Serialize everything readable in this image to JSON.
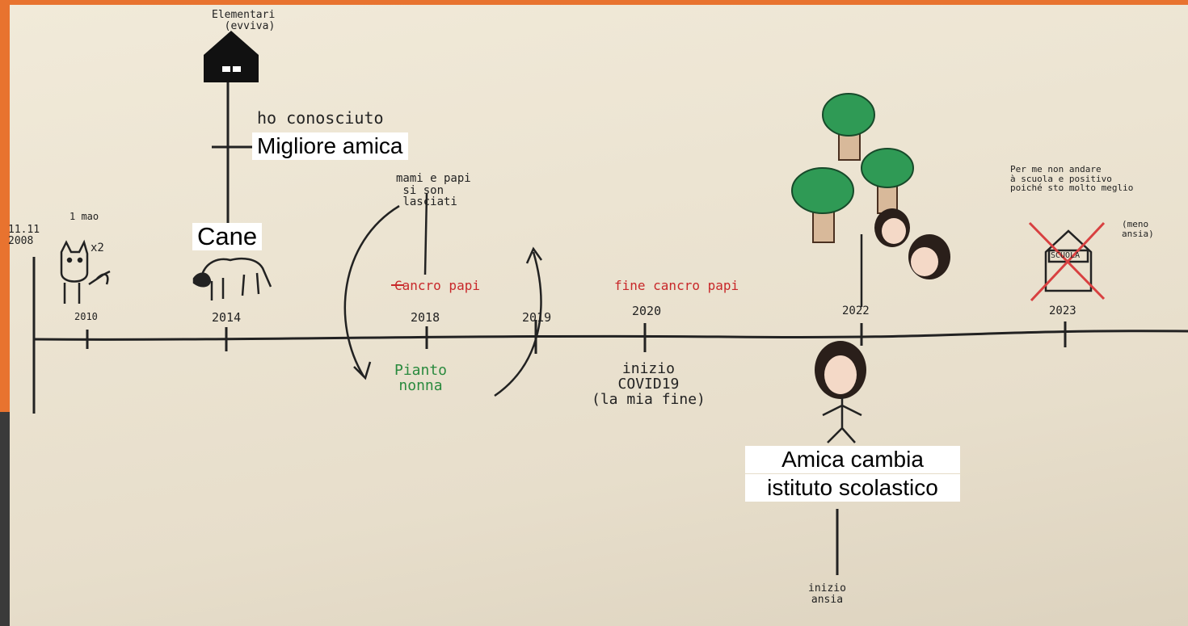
{
  "typed_labels": {
    "best_friend": "Migliore amica",
    "dog": "Cane",
    "friend_line1": "Amica cambia",
    "friend_line2": "istituto scolastico"
  },
  "handwritten": {
    "elementari": "Elementari\n  (evviva)",
    "met_friend": "ho conosciuto",
    "start_date": "11.11\n2008",
    "first_cat": "1 mao",
    "cat_times": "x2",
    "parents": "mami e papi\n si son\n lasciati",
    "cancer": "Cancro papi",
    "grandma": "Pianto\nnonna",
    "cancer_end": "fine cancro papi",
    "covid": "inizio\nCOVID19\n(la mia fine)",
    "anxiety_start": "inizio\nansia",
    "school_note": "Per me non andare\nà scuola e positivo\npoiché sto molto meglio",
    "anxiety_paren": "(meno\nansia)",
    "school_sign": "SCUOLA"
  },
  "years": [
    "2010",
    "2014",
    "2018",
    "2019",
    "2020",
    "2022",
    "2023"
  ],
  "colors": {
    "frame": "#e8732f",
    "ink": "#222222",
    "red_ink": "#c8282a",
    "green_ink": "#2a8a3e"
  }
}
